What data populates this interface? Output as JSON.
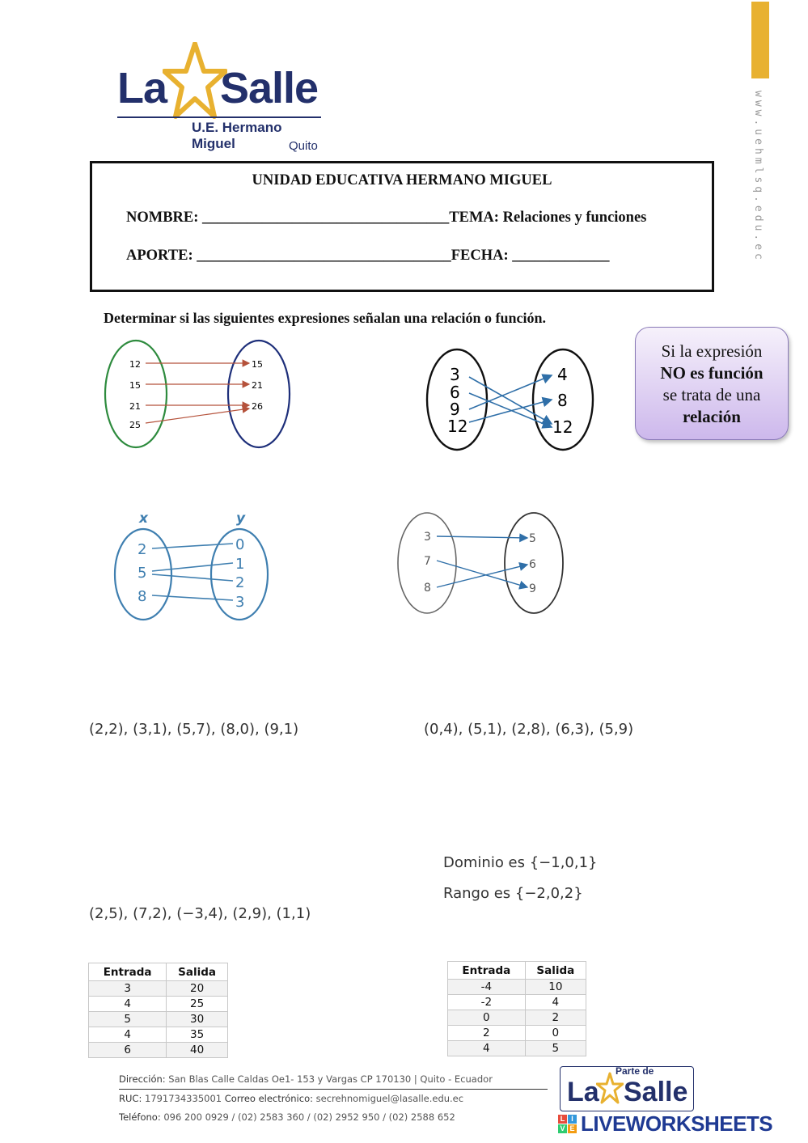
{
  "logo": {
    "la": "La",
    "salle": "Salle",
    "school": "U.E. Hermano Miguel",
    "city": "Quito"
  },
  "side_url": "www.uehmlsq.edu.ec",
  "header": {
    "title": "UNIDAD EDUCATIVA HERMANO MIGUEL",
    "nombre_label": "NOMBRE: ",
    "nombre_blank": "_________________________________",
    "tema": "TEMA: Relaciones y funciones",
    "aporte_label": "APORTE: ",
    "aporte_blank": "__________________________________",
    "fecha_label": "FECHA: ",
    "fecha_blank": "_____________"
  },
  "instruction": "Determinar si las siguientes expresiones señalan una relación o función.",
  "bubble": {
    "line1": "Si la expresión",
    "line2": "NO es función",
    "line3": "se trata de una",
    "line4": "relación"
  },
  "diagram1": {
    "domain": [
      "12",
      "15",
      "21",
      "25"
    ],
    "range": [
      "15",
      "21",
      "26"
    ]
  },
  "diagram2": {
    "domain": [
      "3",
      "6",
      "9",
      "12"
    ],
    "range": [
      "4",
      "8",
      "12"
    ]
  },
  "diagram3": {
    "x_label": "x",
    "y_label": "y",
    "domain": [
      "2",
      "5",
      "8"
    ],
    "range": [
      "0",
      "1",
      "2",
      "3"
    ]
  },
  "diagram4": {
    "domain": [
      "3",
      "7",
      "8"
    ],
    "range": [
      "5",
      "6",
      "9"
    ]
  },
  "pairs": {
    "a": "(2,2), (3,1), (5,7), (8,0), (9,1)",
    "b": "(0,4), (5,1), (2,8), (6,3), (5,9)",
    "c": "(2,5), (7,2), (−3,4), (2,9), (1,1)"
  },
  "domain_range": {
    "dominio": "Dominio es {−1,0,1}",
    "rango": "Rango es {−2,0,2}"
  },
  "table1": {
    "headers": [
      "Entrada",
      "Salida"
    ],
    "rows": [
      [
        "3",
        "20"
      ],
      [
        "4",
        "25"
      ],
      [
        "5",
        "30"
      ],
      [
        "4",
        "35"
      ],
      [
        "6",
        "40"
      ]
    ]
  },
  "table2": {
    "headers": [
      "Entrada",
      "Salida"
    ],
    "rows": [
      [
        "-4",
        "10"
      ],
      [
        "-2",
        "4"
      ],
      [
        "0",
        "2"
      ],
      [
        "2",
        "0"
      ],
      [
        "4",
        "5"
      ]
    ]
  },
  "footer": {
    "dir_label": "Dirección:",
    "dir_value": " San Blas Calle Caldas Oe1- 153 y Vargas CP 170130 | Quito - Ecuador",
    "ruc_label": "RUC:",
    "ruc_value": " 1791734335001 ",
    "mail_label": "Correo electrónico:",
    "mail_value": " secrehnomiguel@lasalle.edu.ec",
    "tel_label": "Teléfono:",
    "tel_value": " 096 200 0929 / (02) 2583 360 / (02) 2952 950 / (02) 2588 652"
  },
  "brand": {
    "parte_de": "Parte de",
    "la": "La",
    "salle": "Salle",
    "lw_logo": "LIVE",
    "liveworksheets": "LIVEWORKSHEETS"
  },
  "colors": {
    "navy": "#23306b",
    "gold": "#e8b130",
    "green_oval": "#2e8b3e",
    "blue_oval": "#1e2f7a",
    "arrow_red": "#b5523b",
    "arrow_blue": "#2f6fa8",
    "bubble": "#cdb8ec"
  }
}
